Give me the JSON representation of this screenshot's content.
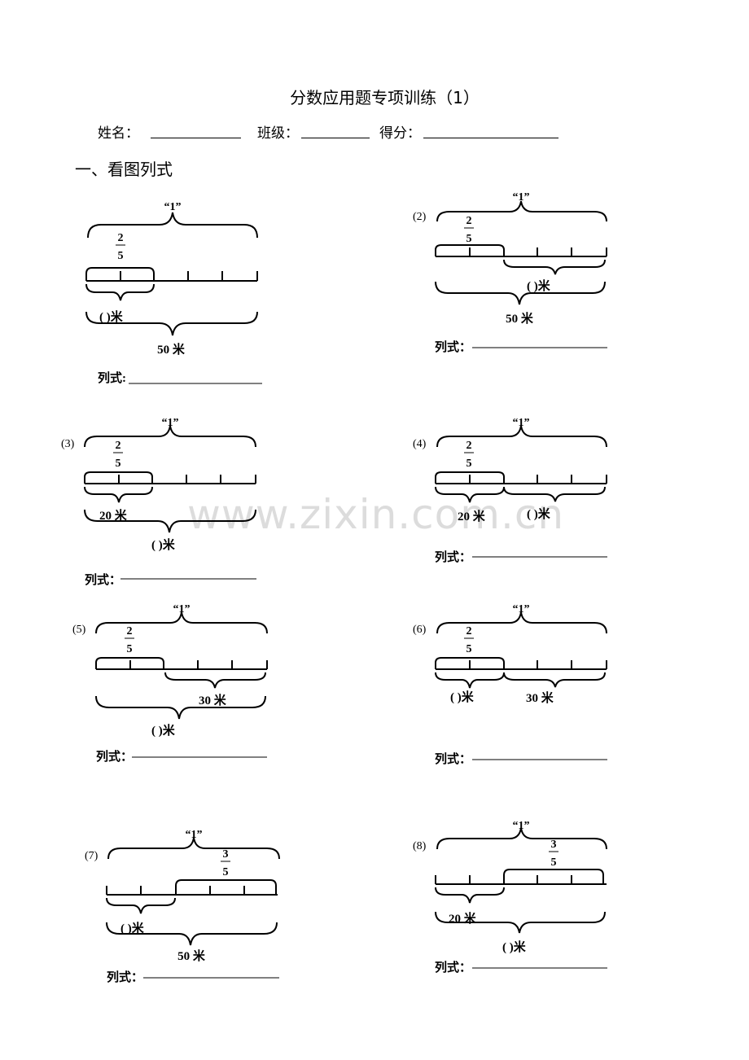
{
  "header": {
    "title": "分数应用题专项训练（1）"
  },
  "info": {
    "name_label": "姓名：",
    "class_label": "班级：",
    "score_label": "得分："
  },
  "section": {
    "title": "一、看图列式"
  },
  "common": {
    "whole": "“1”",
    "formula_label": "列式：",
    "formula_label_1": "列式:"
  },
  "problems": [
    {
      "num": "",
      "frac_num": "2",
      "frac_den": "5",
      "label_a": "(      )米",
      "label_b": "50 米"
    },
    {
      "num": "(2)",
      "frac_num": "2",
      "frac_den": "5",
      "label_a": "(      )米",
      "label_b": "50 米"
    },
    {
      "num": "(3)",
      "frac_num": "2",
      "frac_den": "5",
      "label_a": "20 米",
      "label_b": "(      )米"
    },
    {
      "num": "(4)",
      "frac_num": "2",
      "frac_den": "5",
      "label_a": "20 米",
      "label_b": "(      )米"
    },
    {
      "num": "(5)",
      "frac_num": "2",
      "frac_den": "5",
      "label_a": "30 米",
      "label_b": "(      )米"
    },
    {
      "num": "(6)",
      "frac_num": "2",
      "frac_den": "5",
      "label_a": "(      )米",
      "label_b": "30 米"
    },
    {
      "num": "(7)",
      "frac_num": "3",
      "frac_den": "5",
      "label_a": "(      )米",
      "label_b": "50 米"
    },
    {
      "num": "(8)",
      "frac_num": "3",
      "frac_den": "5",
      "label_a": "20 米",
      "label_b": "(      )米"
    }
  ],
  "watermark": "www.zixin.com.cn"
}
